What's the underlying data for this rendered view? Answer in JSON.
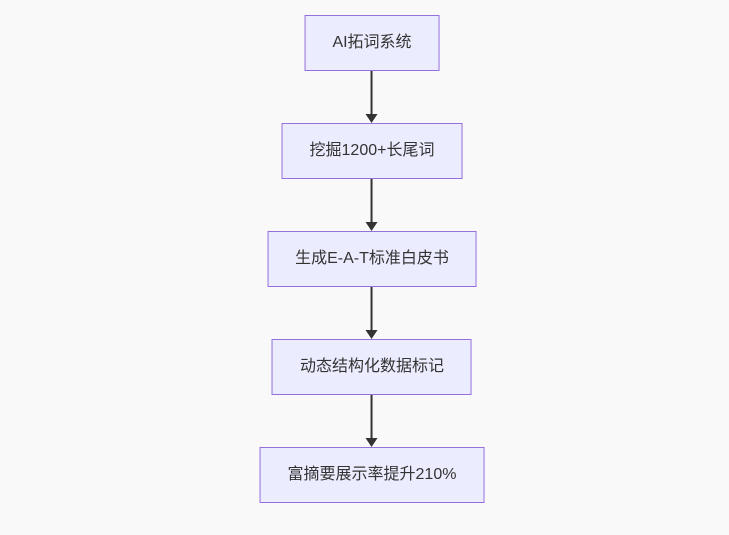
{
  "diagram": {
    "type": "flowchart",
    "direction": "top-down",
    "nodes": [
      {
        "id": "n1",
        "label": "AI拓词系统"
      },
      {
        "id": "n2",
        "label": "挖掘1200+长尾词"
      },
      {
        "id": "n3",
        "label": "生成E-A-T标准白皮书"
      },
      {
        "id": "n4",
        "label": "动态结构化数据标记"
      },
      {
        "id": "n5",
        "label": "富摘要展示率提升210%"
      }
    ],
    "edges": [
      {
        "from": "n1",
        "to": "n2"
      },
      {
        "from": "n2",
        "to": "n3"
      },
      {
        "from": "n3",
        "to": "n4"
      },
      {
        "from": "n4",
        "to": "n5"
      }
    ],
    "colors": {
      "node_fill": "#ECECFF",
      "node_border": "#9370DB",
      "arrow": "#333333",
      "text": "#333333",
      "background": "#F9F9F9"
    }
  }
}
